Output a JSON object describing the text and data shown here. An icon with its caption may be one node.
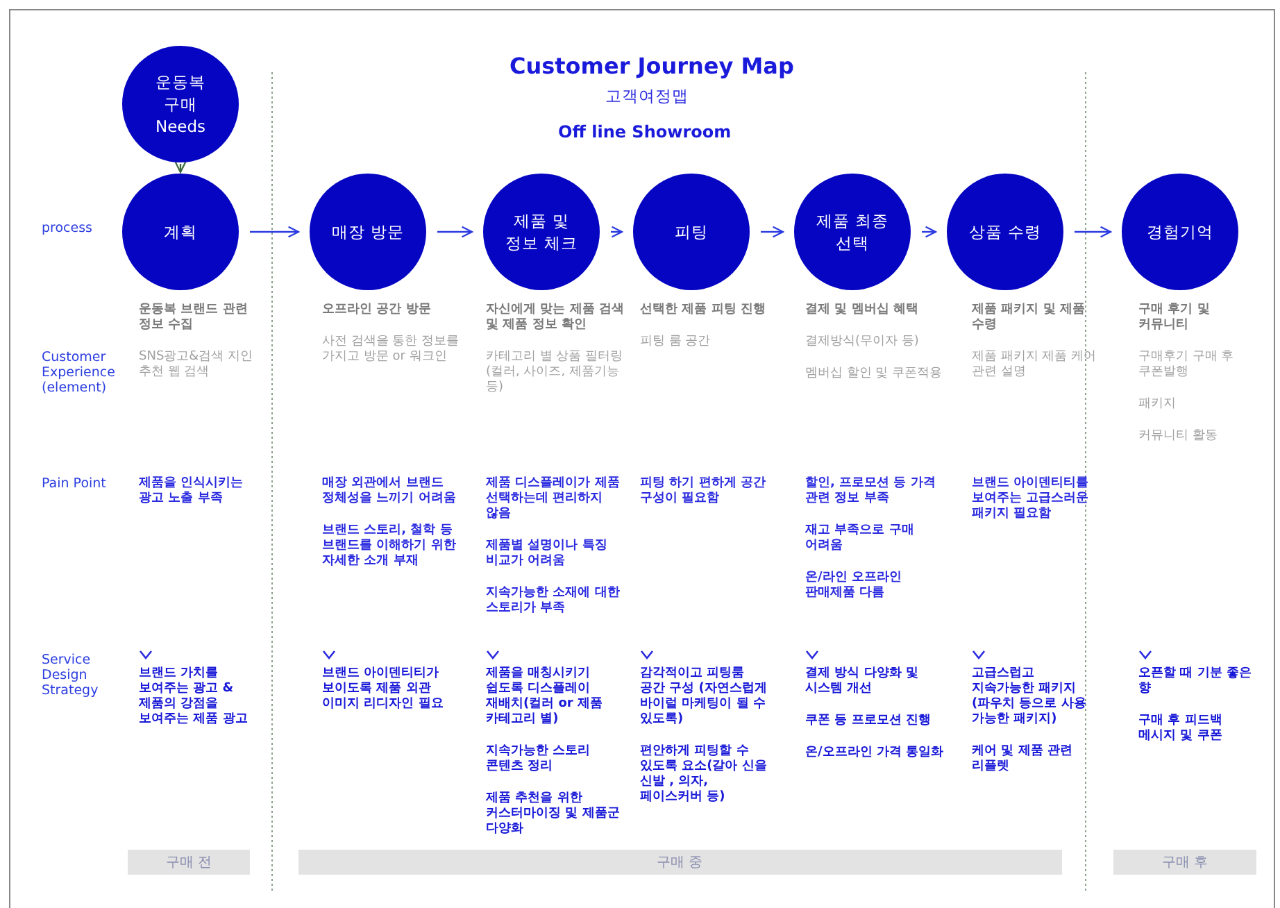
{
  "diagram": {
    "title": "Customer Journey Map",
    "nodes": [
      {
        "text": [
          "운동복 구매 Needs"
        ]
      },
      {
        "text": [
          "계획"
        ]
      },
      {
        "text": [
          "매장 방문"
        ]
      },
      {
        "text": [
          "제품 및 정보 체크"
        ]
      },
      {
        "text": [
          "피팅"
        ]
      },
      {
        "text": [
          "제품 최종 선택"
        ]
      },
      {
        "text": [
          "상품 수령"
        ]
      },
      {
        "text": [
          "경험기억"
        ]
      },
      {
        "text": [
          "구매 전"
        ]
      },
      {
        "text": [
          "구매 중"
        ]
      },
      {
        "text": [
          "구매 후"
        ]
      }
    ],
    "edges": [
      {
        "from": 0,
        "to": 1,
        "arrow": "to",
        "color": "#3d6b3d"
      },
      {
        "from": 1,
        "to": 2,
        "arrow": "to"
      },
      {
        "from": 2,
        "to": 3,
        "arrow": "to"
      },
      {
        "from": 3,
        "to": 4,
        "arrow": "to"
      },
      {
        "from": 4,
        "to": 5,
        "arrow": "to"
      },
      {
        "from": 5,
        "to": 6,
        "arrow": "to"
      },
      {
        "from": 6,
        "to": 7,
        "arrow": "to"
      }
    ],
    "labels": [
      "고객여정맵",
      "Off line Showroom",
      "process",
      "Customer Experience (element)",
      "운동복 브랜드 관련 정보 수집",
      "오프라인 공간 방문",
      "자신에게 맞는 제품 검색 및 제품 정보 확인",
      "선택한 제품 피팅 진행",
      "결제 및 멤버십 혜택",
      "제품 패키지 및 제품 수령",
      "구매 후기 및 커뮤니티",
      "SNS광고&검색 지인 추천 웹 검색",
      "사전 검색을 통한 정보를 가지고 방문 or 워크인",
      "카테고리 별 상품 필터링 (컬러, 사이즈, 제품기능 등)",
      "피팅 룸 공간",
      "결제방식(무이자 등)",
      "멤버십 할인 및 쿠폰적용",
      "제품 패키지 제품 케어 관련 설명",
      "구매후기 구매 후 쿠폰발행",
      "패키지",
      "커뮤니티 활동",
      "Pain Point",
      "제품을 인식시키는 광고 노출 부족",
      "매장 외관에서 브랜드 정체성을 느끼기 어려움",
      "브랜드 스토리, 철학 등 브랜드를 이해하기 위한 자세한 소개 부재",
      "제품 디스플레이가 제품 선택하는데 편리하지 않음",
      "제품별 설명이나 특징 비교가 어려움",
      "지속가능한 소재에 대한 스토리가 부족",
      "피팅 하기 편하게 공간 구성이 필요함",
      "할인, 프로모션 등 가격 관련 정보 부족",
      "재고 부족으로 구매 어려움",
      "온/라인 오프라인 판매제품 다름",
      "브랜드 아이덴티티를 보여주는 고급스러운 패키지 필요함",
      "Service Design Strategy",
      "브랜드 가치를 보여주는 광고 & 제품의 강점을 보여주는 제품 광고",
      "브랜드 아이덴티티가 보이도록 제품 외관 이미지 리디자인 필요",
      "제품을 매칭시키기 쉽도록 디스플레이 재배치(컬러 or 제품 카테고리 별)",
      "지속가능한 스토리 콘텐츠 정리",
      "제품 추천을 위한 커스터마이징 및 제품군 다양화",
      "감각적이고 피팅룸 공간 구성 (자연스럽게 바이럴 마케팅이 될 수 있도록)",
      "편안하게 피팅할 수 있도록 요소(갈아 신을 신발 , 의자, 페이스커버 등)",
      "결제 방식 다양화 및 시스템 개선",
      "쿠폰 등 프로모션 진행",
      "온/오프라인 가격 통일화",
      "고급스럽고 지속가능한 패키지 (파우치 등으로 사용 가능한 패키지)",
      "케어 및 제품 관련 리플렛",
      "오픈할 때 기분 좋은 향",
      "구매 후 피드백 메시지 및 쿠폰"
    ]
  }
}
